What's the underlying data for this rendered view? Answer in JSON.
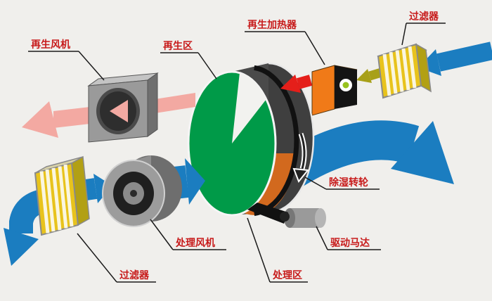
{
  "diagram": {
    "labels": {
      "regen_fan": "再生风机",
      "regen_zone": "再生区",
      "regen_heater": "再生加热器",
      "filter_top": "过滤器",
      "dehumid_wheel": "除湿转轮",
      "drive_motor": "驱动马达",
      "process_zone": "处理区",
      "process_fan": "处理风机",
      "filter_bottom": "过滤器"
    },
    "colors": {
      "background": "#f0efec",
      "process_air_blue": "#1b7dc0",
      "regen_air_pink": "#f3a9a2",
      "hot_air_red": "#e51f1a",
      "regen_inlet_olive": "#a8a018",
      "wheel_green": "#009a48",
      "heater_orange": "#f07a18",
      "filter_yellow": "#e8c31c",
      "label_text_red": "#c71a1a",
      "leader_line_black": "#1a1a1a"
    }
  }
}
